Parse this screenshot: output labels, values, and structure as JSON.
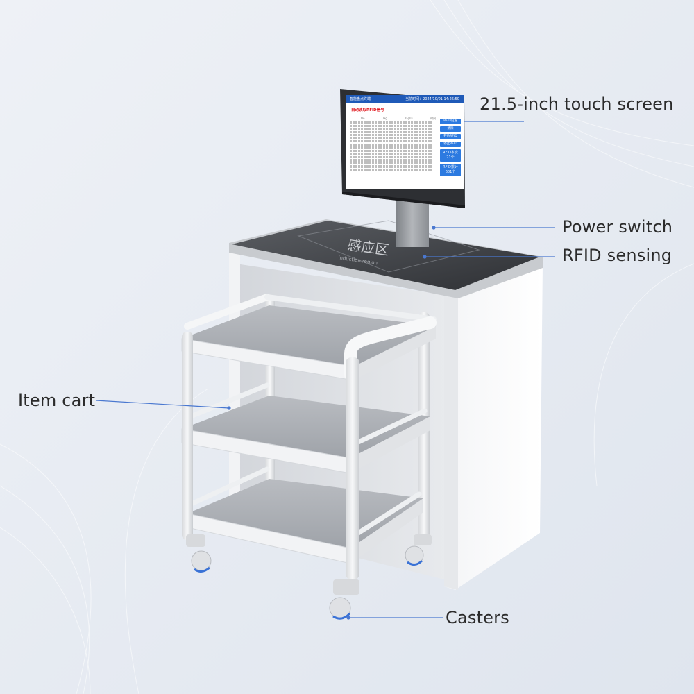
{
  "callouts": {
    "touch_screen": "21.5-inch touch screen",
    "power_switch": "Power switch",
    "rfid_sensing": "RFID sensing",
    "item_cart": "Item cart",
    "casters": "Casters"
  },
  "screen": {
    "title": "智能盘点终端",
    "datetime_label": "当前时间：2024/10/01 14:26:50",
    "alert": "自动读取RFID信号",
    "col_headers": [
      "No",
      "Tag",
      "TagID",
      "时间"
    ],
    "buttons": [
      "RFID设置",
      "清除",
      "开始RFID",
      "停止RFID"
    ],
    "stats": [
      {
        "label": "RFID本次",
        "value": "21个"
      },
      {
        "label": "RFID累计",
        "value": "601个"
      }
    ]
  },
  "device": {
    "top_panel_text": "感应区",
    "top_panel_subtext": "induction region"
  },
  "colors": {
    "background": "#e4e9f1",
    "callout_line": "#4a78d0",
    "screen_bar": "#1f5ab8",
    "screen_button": "#2c7ae0",
    "alert": "#e0151b"
  }
}
